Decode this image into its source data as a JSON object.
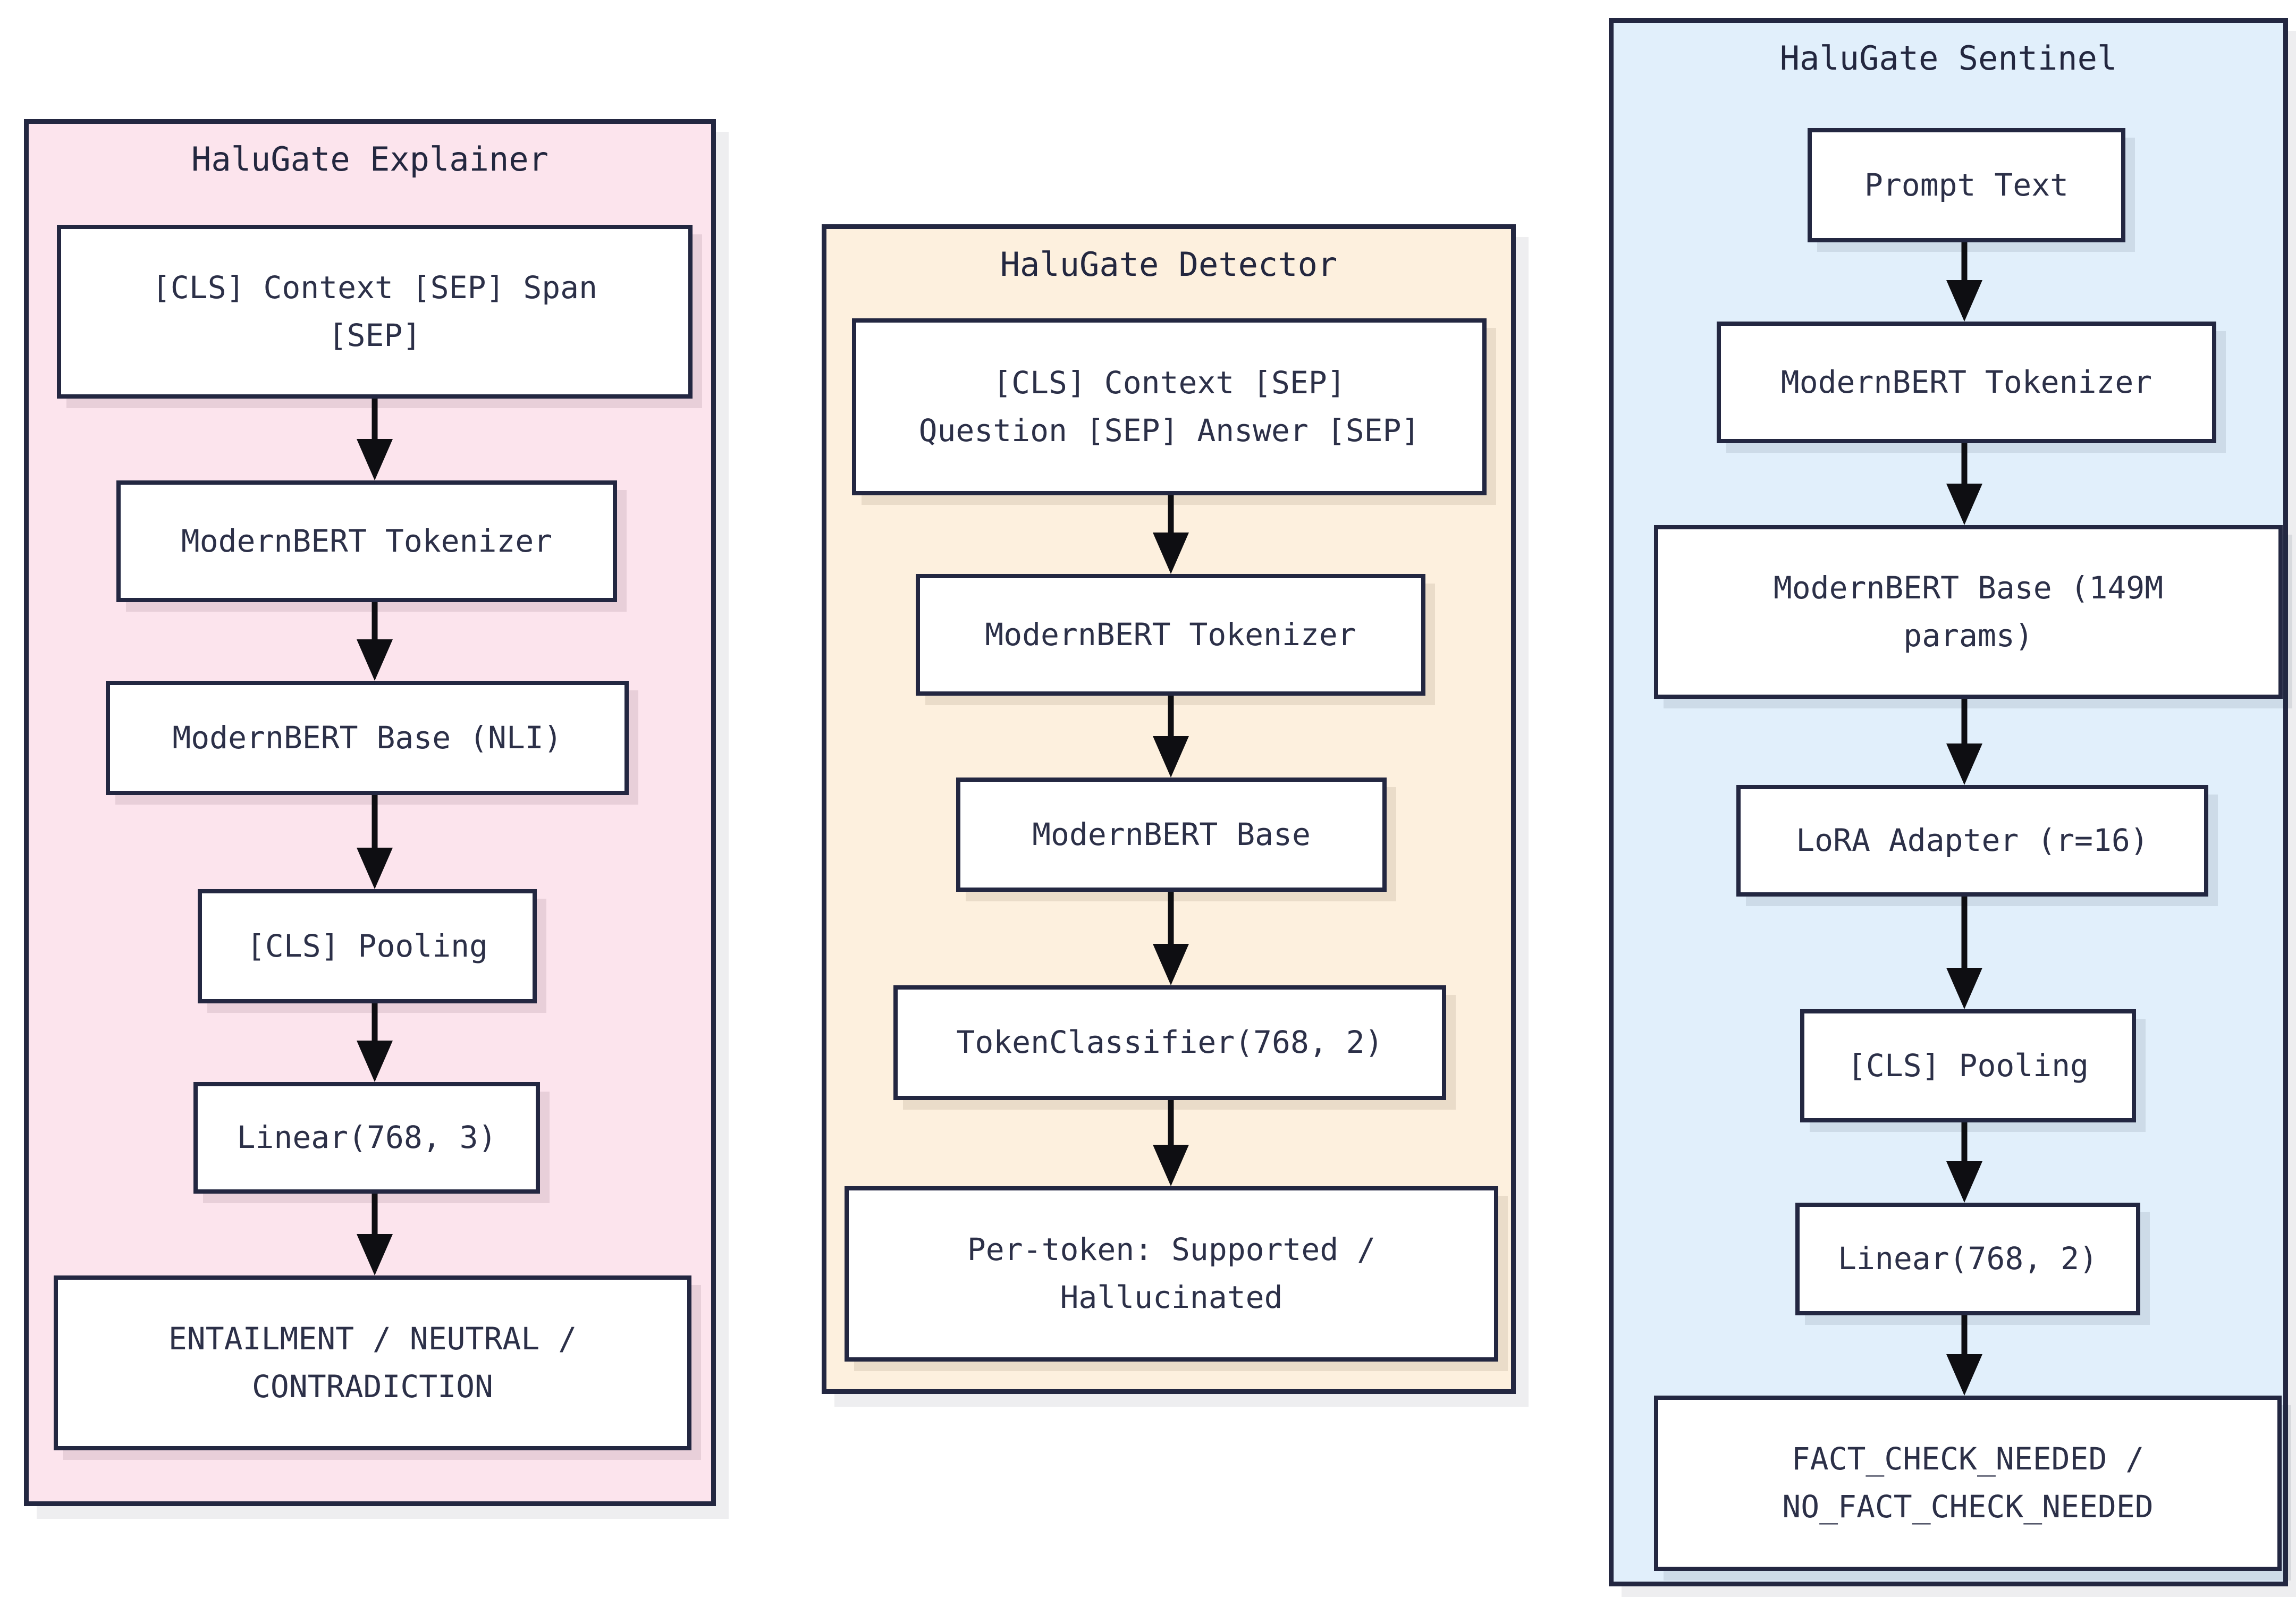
{
  "page": {
    "background": "#ffffff"
  },
  "colors": {
    "panel_border": "#232741",
    "text": "#2c3048",
    "arrow": "#0e0e12",
    "box_bg": "#ffffff",
    "explainer_bg": "#fce4ed",
    "detector_bg": "#fdf0de",
    "sentinel_bg": "#e1effb"
  },
  "icons": {
    "flow_arrow": "arrow-down"
  },
  "panels": [
    {
      "title": "HaluGate Explainer",
      "boxes": [
        "[CLS] Context [SEP] Span\n[SEP]",
        "ModernBERT Tokenizer",
        "ModernBERT Base (NLI)",
        "[CLS] Pooling",
        "Linear(768, 3)",
        "ENTAILMENT / NEUTRAL /\nCONTRADICTION"
      ]
    },
    {
      "title": "HaluGate Detector",
      "boxes": [
        "[CLS] Context [SEP]\nQuestion [SEP] Answer [SEP]",
        "ModernBERT Tokenizer",
        "ModernBERT Base",
        "TokenClassifier(768, 2)",
        "Per-token: Supported /\nHallucinated"
      ]
    },
    {
      "title": "HaluGate Sentinel",
      "boxes": [
        "Prompt Text",
        "ModernBERT Tokenizer",
        "ModernBERT Base (149M\nparams)",
        "LoRA Adapter (r=16)",
        "[CLS] Pooling",
        "Linear(768, 2)",
        "FACT_CHECK_NEEDED /\nNO_FACT_CHECK_NEEDED"
      ]
    }
  ]
}
